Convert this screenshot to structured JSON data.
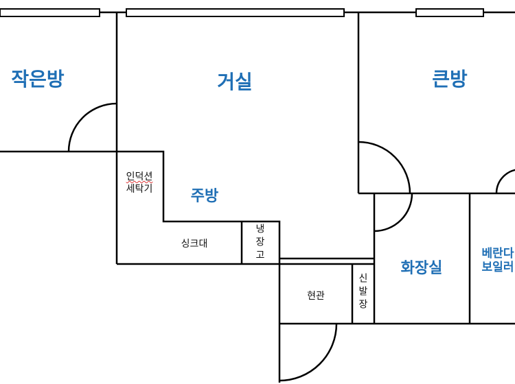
{
  "rooms": {
    "small_room": "작은방",
    "living_room": "거실",
    "master_room": "큰방",
    "kitchen": "주방",
    "bathroom": "화장실",
    "veranda_line1": "베란다",
    "veranda_line2": "보일러"
  },
  "fixtures": {
    "induction": "인덕션",
    "washer": "세탁기",
    "sink": "싱크대",
    "fridge": "냉장고",
    "entrance": "현관",
    "shoe_cabinet": "신발장"
  },
  "colors": {
    "label": "#1f6fb5",
    "wall": "#000000"
  }
}
